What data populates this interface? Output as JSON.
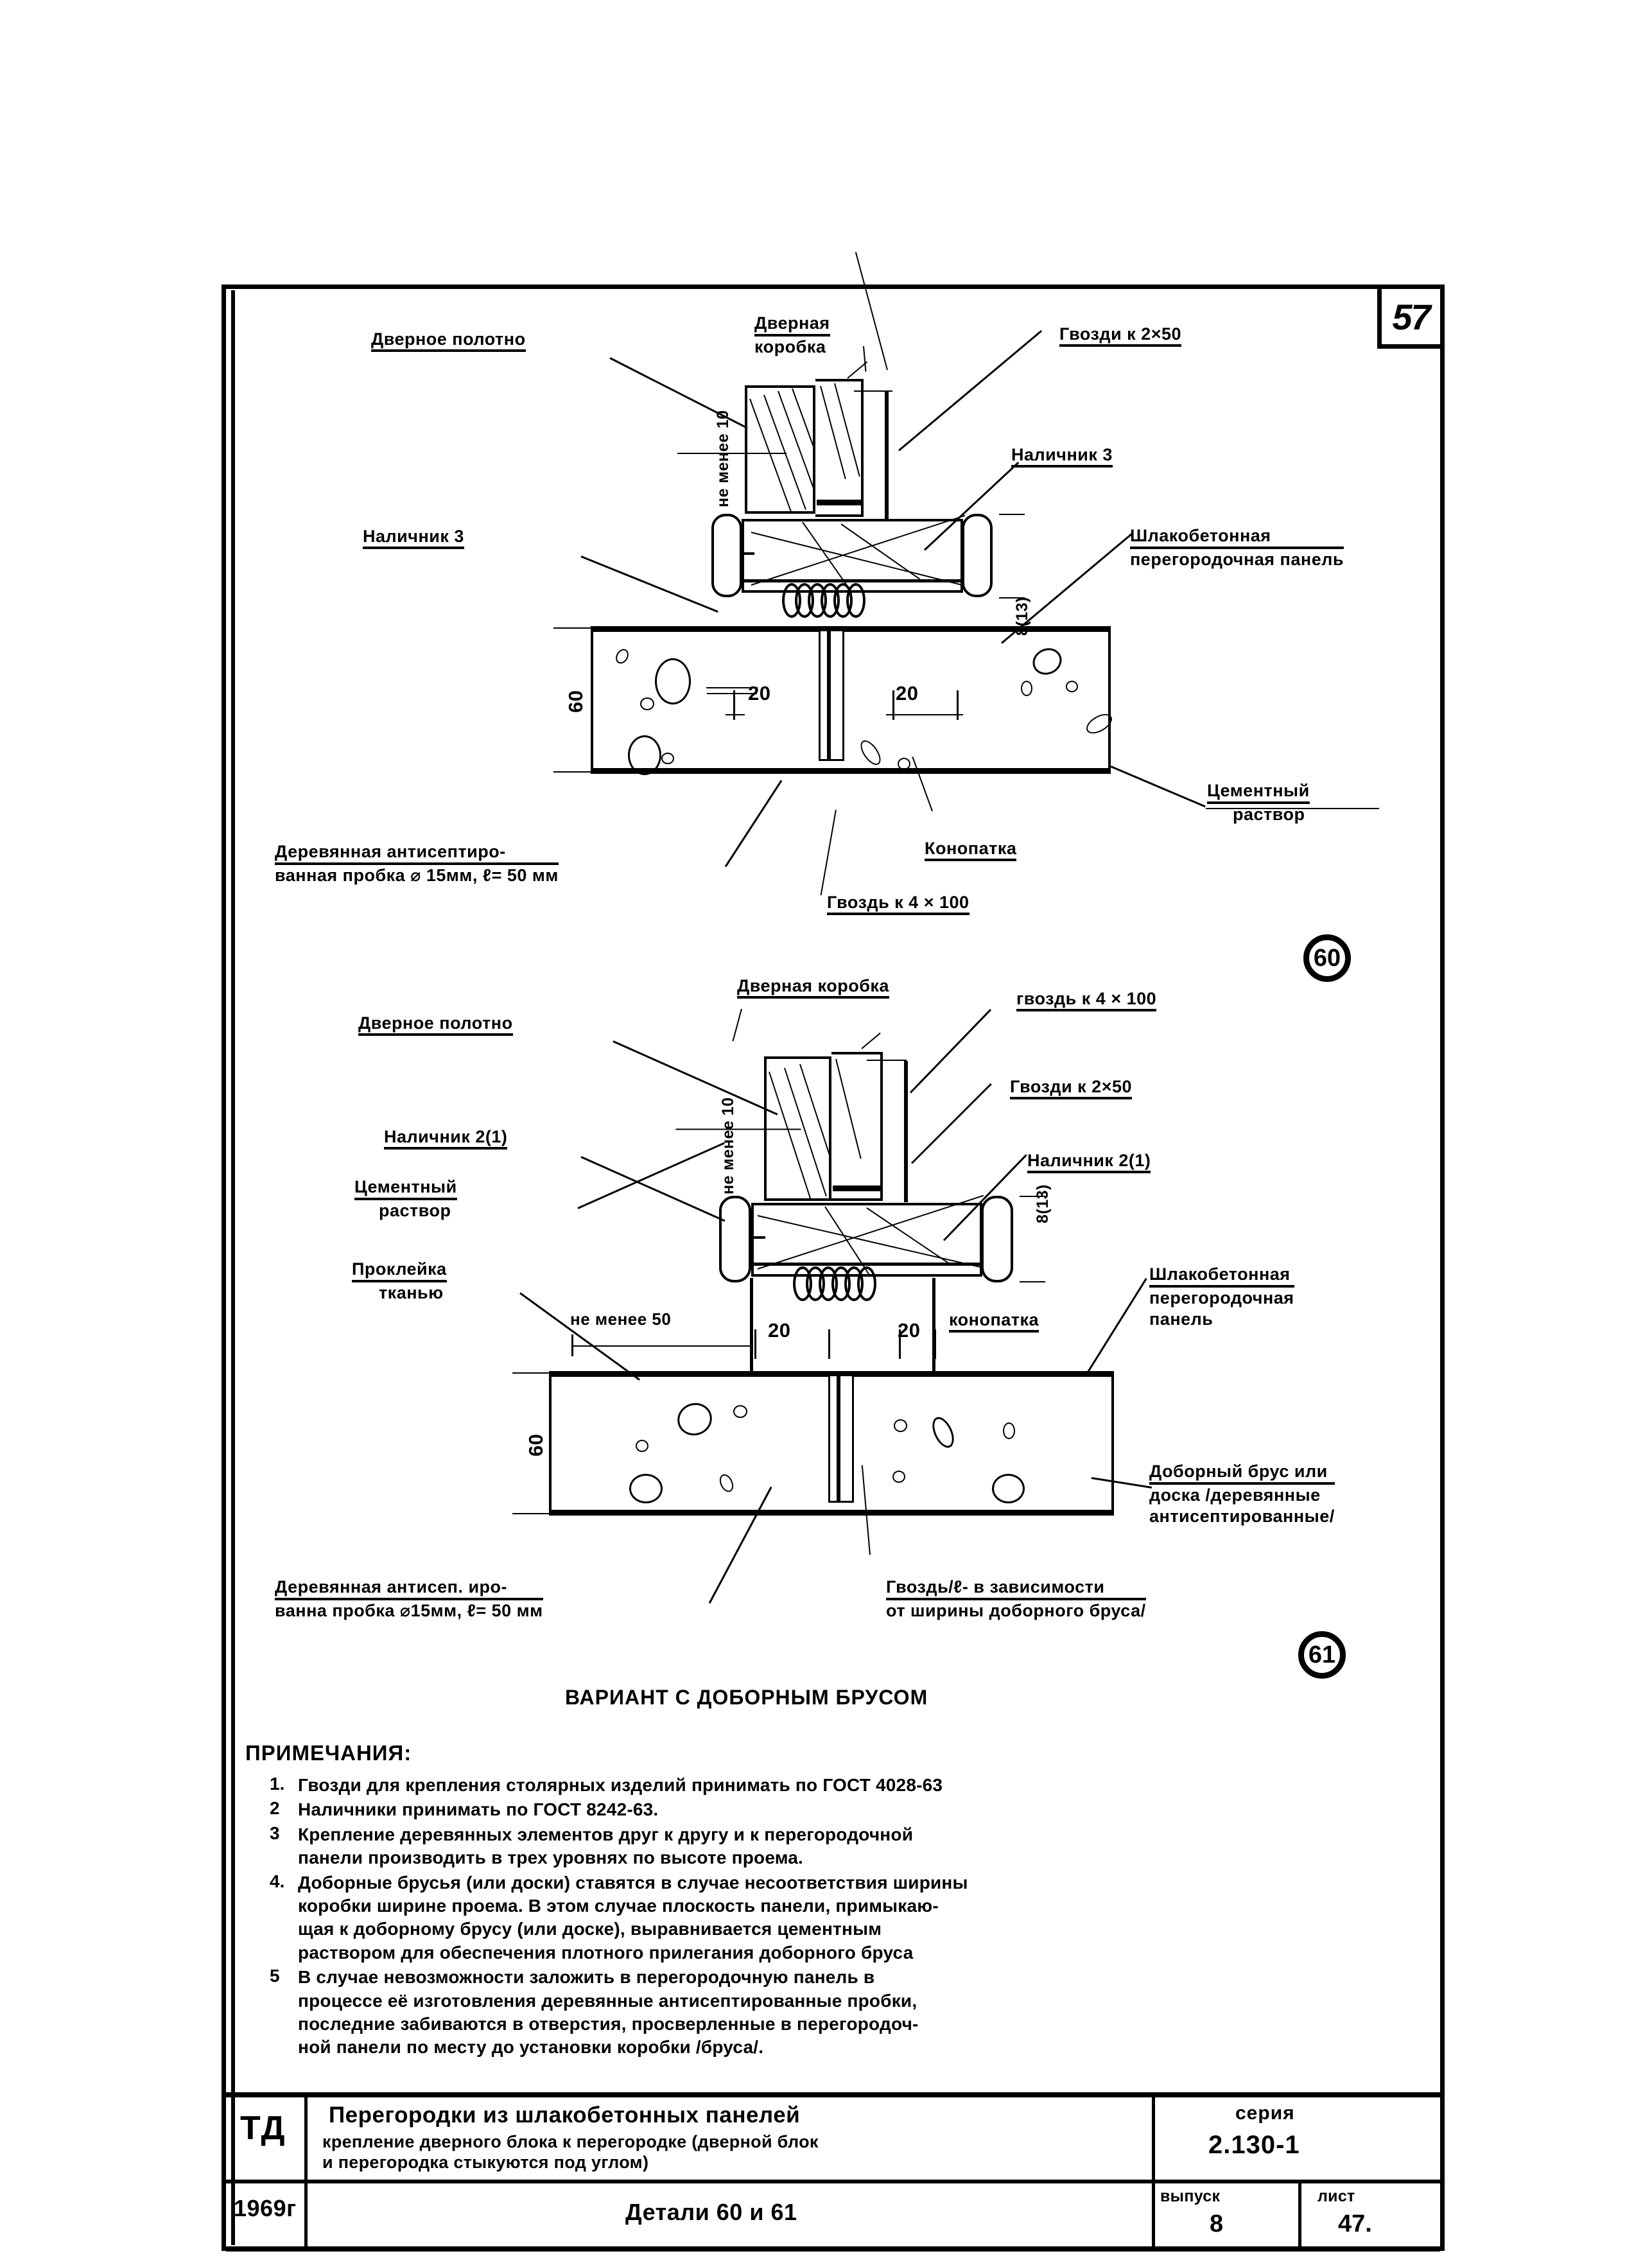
{
  "sheet": {
    "page_number": "57"
  },
  "detail_top": {
    "marker": "60",
    "labels": {
      "door_leaf": "Дверное полотно",
      "door_frame_l1": "Дверная",
      "door_frame_l2": "коробка",
      "nails_2x50": "Гвозди к 2×50",
      "casing_3_right": "Наличник 3",
      "casing_3_left": "Наличник 3",
      "slag_panel_l1": "Шлакобетонная",
      "slag_panel_l2": "перегородочная панель",
      "cement_mortar_l1": "Цементный",
      "cement_mortar_l2": "раствор",
      "caulk": "Конопатка",
      "nail_4x100": "Гвоздь к 4 × 100",
      "wood_plug_l1": "Деревянная антисептиро-",
      "wood_plug_l2": "ванная  пробка ⌀ 15мм, ℓ= 50 мм"
    },
    "dimensions": {
      "min_10": "не менее 10",
      "d20_left": "20",
      "d20_right": "20",
      "d60": "60",
      "d8_13": "8(13)"
    }
  },
  "detail_bottom": {
    "marker": "61",
    "title": "ВАРИАНТ С ДОБОРНЫМ  БРУСОМ",
    "labels": {
      "door_frame": "Дверная коробка",
      "nail_4x100": "гвоздь к 4 × 100",
      "door_leaf": "Дверное полотно",
      "nails_2x50": "Гвозди к 2×50",
      "casing_2_1_left": "Наличник 2(1)",
      "casing_2_1_right": "Наличник 2(1)",
      "cement_mortar_l1": "Цементный",
      "cement_mortar_l2": "раствор",
      "fabric_l1": "Проклейка",
      "fabric_l2": "тканью",
      "caulk": "конопатка",
      "slag_panel_l1": "Шлакобетонная",
      "slag_panel_l2": "перегородочная",
      "slag_panel_l3": "панель",
      "extra_beam_l1": "Доборный брус или",
      "extra_beam_l2": "доска /деревянные",
      "extra_beam_l3": "антисептированные/",
      "nail_len_l1": "Гвоздь/ℓ- в зависимости",
      "nail_len_l2": "от ширины доборного бруса/",
      "wood_plug_l1": "Деревянная антисеп. иро-",
      "wood_plug_l2": "ванна   пробка ⌀15мм, ℓ= 50 мм"
    },
    "dimensions": {
      "min_10": "не менее 10",
      "min_50": "не менее 50",
      "d20_left": "20",
      "d20_right": "20",
      "d60": "60",
      "d8_13": "8(13)"
    }
  },
  "notes": {
    "heading": "ПРИМЕЧАНИЯ:",
    "items": [
      {
        "num": "1.",
        "lines": [
          "Гвозди для крепления столярных  изделий  принимать  по ГОСТ 4028-63"
        ]
      },
      {
        "num": "2",
        "lines": [
          "Наличники  принимать по ГОСТ 8242-63."
        ]
      },
      {
        "num": "3",
        "lines": [
          "Крепление деревянных элементов друг к другу и к перегородочной",
          "панели производить в трех уровнях  по высоте проема."
        ]
      },
      {
        "num": "4.",
        "lines": [
          "Доборные брусья (или доски) ставятся в случае несоответствия ширины",
          "коробки ширине проема.  В этом случае плоскость панели, примыкаю-",
          "щая к доборному брусу (или доске), выравнивается цементным",
          "раствором для обеспечения плотного прилегания доборного бруса"
        ]
      },
      {
        "num": "5",
        "lines": [
          "В случае невозможности  заложить в перегородочную панель в",
          "процессе её изготовления  деревянные  антисептированные пробки,",
          "последние забиваются в отверстия, просверленные в перегородоч-",
          "ной панели по месту до установки коробки /бруса/."
        ]
      }
    ]
  },
  "title_block": {
    "org": "ТД",
    "title_line1": "Перегородки из шлакобетонных панелей",
    "title_line2": "крепление дверного блока к перегородке (дверной блок",
    "title_line3": "и перегородка  стыкуются  под углом)",
    "series_label": "серия",
    "series_value": "2.130-1",
    "year": "1969г",
    "details": "Детали 60 и 61",
    "issue_label": "выпуск",
    "issue_value": "8",
    "sheet_label": "лист",
    "sheet_value": "47."
  }
}
